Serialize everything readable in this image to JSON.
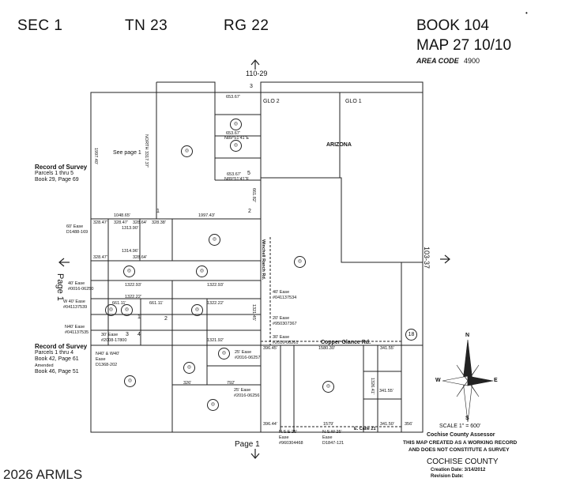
{
  "header": {
    "sec": "SEC 1",
    "township": "TN 23",
    "range": "RG 22",
    "book": "BOOK 104",
    "map_line": "MAP 27 10/10",
    "area_code_label": "AREA CODE",
    "area_code_value": "4900"
  },
  "neighbors": {
    "north": "110-29",
    "east": "103-37",
    "west": "Page 1",
    "south": "Page 1"
  },
  "labels": {
    "glo2": "GLO 2",
    "glo1": "GLO 1",
    "arizona": "ARIZONA",
    "see_page": "See page 1",
    "north_dim": "NORTH 3317.37'",
    "road_winchell": "Winchell Ranch Rd.",
    "road_copper": "Copper Glance Rd.",
    "road_calle": "E. Calle 21",
    "circle_18": "18"
  },
  "survey1": {
    "title": "Record of Survey",
    "line1": "Parcels 1 thru 5",
    "line2": "Book 29, Page 69"
  },
  "survey2": {
    "title": "Record of Survey",
    "line1": "Parcels 1 thru 4",
    "line2": "Book 42, Page 61",
    "line3": "Amended",
    "line4": "Book 46, Page 51"
  },
  "easements": {
    "e1": "60' Ease",
    "e1b": "D1488-169",
    "e2": "40' Ease",
    "e2b": "#0016-06250",
    "e3": "W 40' Ease",
    "e3b": "#041137539",
    "e4": "N40' Ease",
    "e4b": "#041137535",
    "e5": "30' Ease",
    "e5b": "#2008-17800",
    "e6": "N40' & W40'",
    "e6b": "Ease",
    "e6c": "D1368-202",
    "e7": "40' Ease",
    "e7b": "#041137534",
    "e8": "20' Ease",
    "e8b": "#950307367",
    "e9": "30' Ease",
    "e9b": "#2016-06261",
    "e10": "25' Ease",
    "e10b": "#2016-06257",
    "e11": "25' Ease",
    "e11b": "#2016-06256",
    "e12": "N.S.E 25'",
    "e12b": "Ease",
    "e12c": "#960304468",
    "e13": "N.S.W 25'",
    "e13b": "Ease",
    "e13c": "D1847-121"
  },
  "dims": {
    "d1": "653.67'",
    "d2": "653.67'",
    "d3": "653.67'",
    "d4": "N89°51'41\"E",
    "d5": "N89°51'41\"E",
    "d6": "1048.65'",
    "d7": "1997.43'",
    "d8": "1313.90'",
    "d9": "1314.96'",
    "d10": "328.47'",
    "d11": "328.47'",
    "d12": "328.64'",
    "d13": "328.47'",
    "d14": "328.64'",
    "d15": "328.38'",
    "d16": "1322.93'",
    "d17": "1322.22'",
    "d18": "661.11'",
    "d19": "661.11'",
    "d20": "1322.93'",
    "d21": "1322.22'",
    "d22": "1321.92'",
    "d23": "396.45'",
    "d24": "1580.30'",
    "d25": "341.55'",
    "d26": "341.55'",
    "d27": "396.44'",
    "d28": "1579'",
    "d29": "341.50'",
    "d30": "356'",
    "d31": "326'",
    "d32": "792'",
    "d33": "1997.40'",
    "d34": "661.82'",
    "d35": "1321.45'",
    "d36": "1326.41'"
  },
  "numbers": {
    "n1": "1",
    "n2": "2",
    "n3": "3",
    "n4": "4",
    "n5": "5",
    "n2b": "2",
    "n1b": "1",
    "n3b": "3"
  },
  "scale": {
    "scale_text": "SCALE 1\" = 600'",
    "assessor": "Cochise County Assessor",
    "working1": "THIS MAP CREATED AS A WORKING RECORD",
    "working2": "AND DOES NOT CONSTITUTE A SURVEY"
  },
  "footer": {
    "county": "COCHISE COUNTY",
    "creation": "Creation Date: 3/14/2012",
    "revision": "Revision Date:",
    "watermark": "2026 ARMLS"
  },
  "compass": {
    "n": "N",
    "s": "S",
    "e": "E",
    "w": "W"
  }
}
